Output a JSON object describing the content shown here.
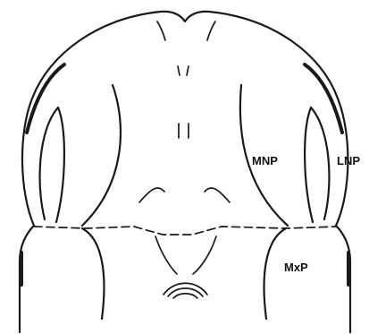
{
  "labels": {
    "mnp": "MNP",
    "lnp": "LNP",
    "mxp": "MxP"
  }
}
